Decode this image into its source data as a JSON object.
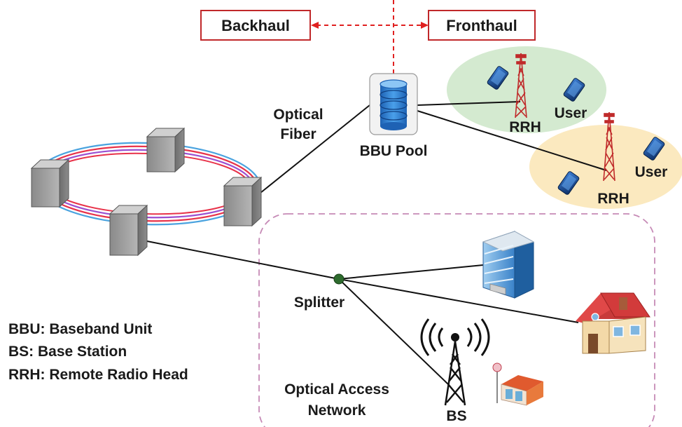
{
  "labels": {
    "backhaul": "Backhaul",
    "fronthaul": "Fronthaul",
    "optical_fiber_line1": "Optical",
    "optical_fiber_line2": "Fiber",
    "bbu_pool": "BBU Pool",
    "user_top": "User",
    "rrh_top": "RRH",
    "user_right": "User",
    "rrh_right": "RRH",
    "splitter": "Splitter",
    "bs": "BS",
    "access_line1": "Optical Access",
    "access_line2": "Network"
  },
  "legend": [
    "BBU: Baseband Unit",
    "BS: Base Station",
    "RRH: Remote Radio Head"
  ],
  "colors": {
    "dash_red": "#e02020",
    "ring_red": "#e8334a",
    "ring_blue": "#4aa3df",
    "ring_purple": "#9b4fd0",
    "cell_green": "#d4ead0",
    "cell_yellow": "#fbe9bf",
    "access_border": "#c68ab6",
    "splitter_green": "#2e6b2e",
    "bbu_blue": "#2f7fd0"
  }
}
